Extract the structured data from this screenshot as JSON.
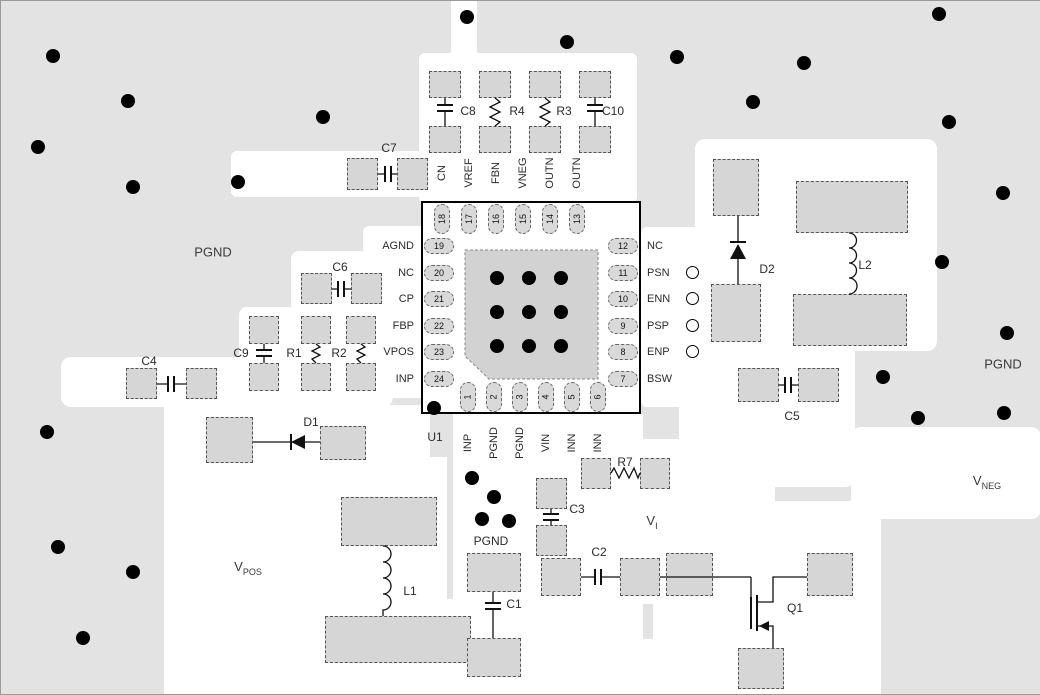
{
  "figure": {
    "type": "pcb-layout-diagram"
  },
  "ic": {
    "refdes": "U1",
    "pins_top": [
      {
        "num": "18",
        "name": "CN"
      },
      {
        "num": "17",
        "name": "VREF"
      },
      {
        "num": "16",
        "name": "FBN"
      },
      {
        "num": "15",
        "name": "VNEG"
      },
      {
        "num": "14",
        "name": "OUTN"
      },
      {
        "num": "13",
        "name": "OUTN"
      }
    ],
    "pins_bottom": [
      {
        "num": "1",
        "name": "INP"
      },
      {
        "num": "2",
        "name": "PGND"
      },
      {
        "num": "3",
        "name": "PGND"
      },
      {
        "num": "4",
        "name": "VIN"
      },
      {
        "num": "5",
        "name": "INN"
      },
      {
        "num": "6",
        "name": "INN"
      }
    ],
    "pins_left": [
      {
        "num": "19",
        "name": "AGND"
      },
      {
        "num": "20",
        "name": "NC"
      },
      {
        "num": "21",
        "name": "CP"
      },
      {
        "num": "22",
        "name": "FBP"
      },
      {
        "num": "23",
        "name": "VPOS"
      },
      {
        "num": "24",
        "name": "INP"
      }
    ],
    "pins_right": [
      {
        "num": "12",
        "name": "NC"
      },
      {
        "num": "11",
        "name": "PSN"
      },
      {
        "num": "10",
        "name": "ENN"
      },
      {
        "num": "9",
        "name": "PSP"
      },
      {
        "num": "8",
        "name": "ENP"
      },
      {
        "num": "7",
        "name": "BSW"
      }
    ]
  },
  "components": {
    "C1": "C1",
    "C2": "C2",
    "C3": "C3",
    "C4": "C4",
    "C5": "C5",
    "C6": "C6",
    "C7": "C7",
    "C8": "C8",
    "C9": "C9",
    "C10": "C10",
    "R1": "R1",
    "R2": "R2",
    "R3": "R3",
    "R4": "R4",
    "R7": "R7",
    "L1": "L1",
    "L2": "L2",
    "D1": "D1",
    "D2": "D2",
    "Q1": "Q1"
  },
  "nets": {
    "pgnd_left": "PGND",
    "pgnd_right": "PGND",
    "pgnd_center": "PGND",
    "vpos_base": "V",
    "vpos_sub": "POS",
    "vneg_base": "V",
    "vneg_sub": "NEG",
    "vi_base": "V",
    "vi_sub": "I"
  },
  "colors": {
    "board_fill": "#e3e3e3",
    "keepout_fill": "#ffffff",
    "pad_fill": "#d6d6d6",
    "via_fill": "#000000"
  }
}
